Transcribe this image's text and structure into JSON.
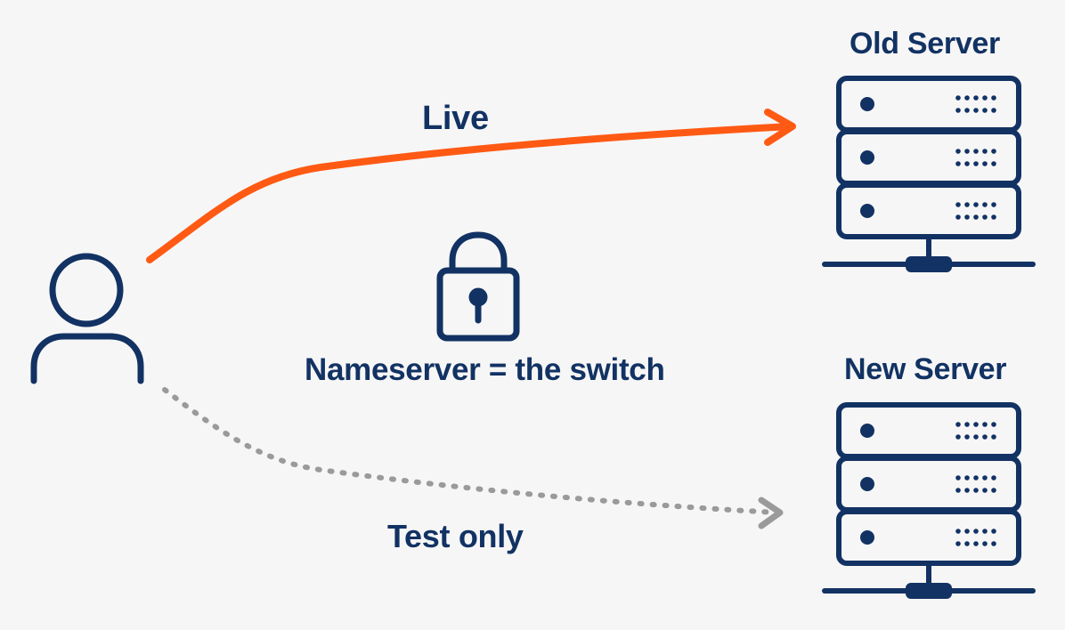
{
  "labels": {
    "old_server": "Old Server",
    "new_server": "New Server",
    "live": "Live",
    "test_only": "Test only",
    "switch_note": "Nameserver = the switch"
  },
  "icons": {
    "user": "user-icon",
    "lock": "padlock-icon",
    "server": "server-rack-icon"
  },
  "colors": {
    "navy": "#123263",
    "live_path": "#ff5a14",
    "test_path": "#9a9a9a",
    "background": "#f6f6f6"
  }
}
